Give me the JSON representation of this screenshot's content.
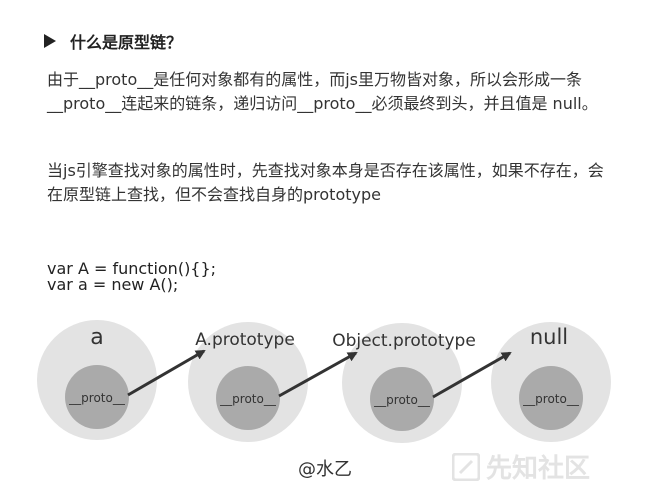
{
  "heading": "什么是原型链？",
  "paragraph1": "由于__proto__是任何对象都有的属性，而js里万物皆对象，所以会形成一条__proto__连起来的链条，递归访问__proto__必须最终到头，并且值是 null。",
  "paragraph2": "当js引擎查找对象的属性时，先查找对象本身是否存在该属性，如果不存在，会在原型链上查找，但不会查找自身的prototype",
  "code": {
    "line1": "var A = function(){};",
    "line2": "var a = new A();"
  },
  "diagram": {
    "nodes": [
      {
        "label": "a",
        "inner": "__proto__"
      },
      {
        "label": "A.prototype",
        "inner": "__proto__"
      },
      {
        "label": "Object.prototype",
        "inner": "__proto__"
      },
      {
        "label": "null",
        "inner": "__proto__"
      }
    ]
  },
  "footer": "@水乙",
  "watermark": "先知社区",
  "colors": {
    "outer_circle": "#e3e3e3",
    "inner_circle": "#aaaaaa",
    "arrow": "#333333"
  }
}
